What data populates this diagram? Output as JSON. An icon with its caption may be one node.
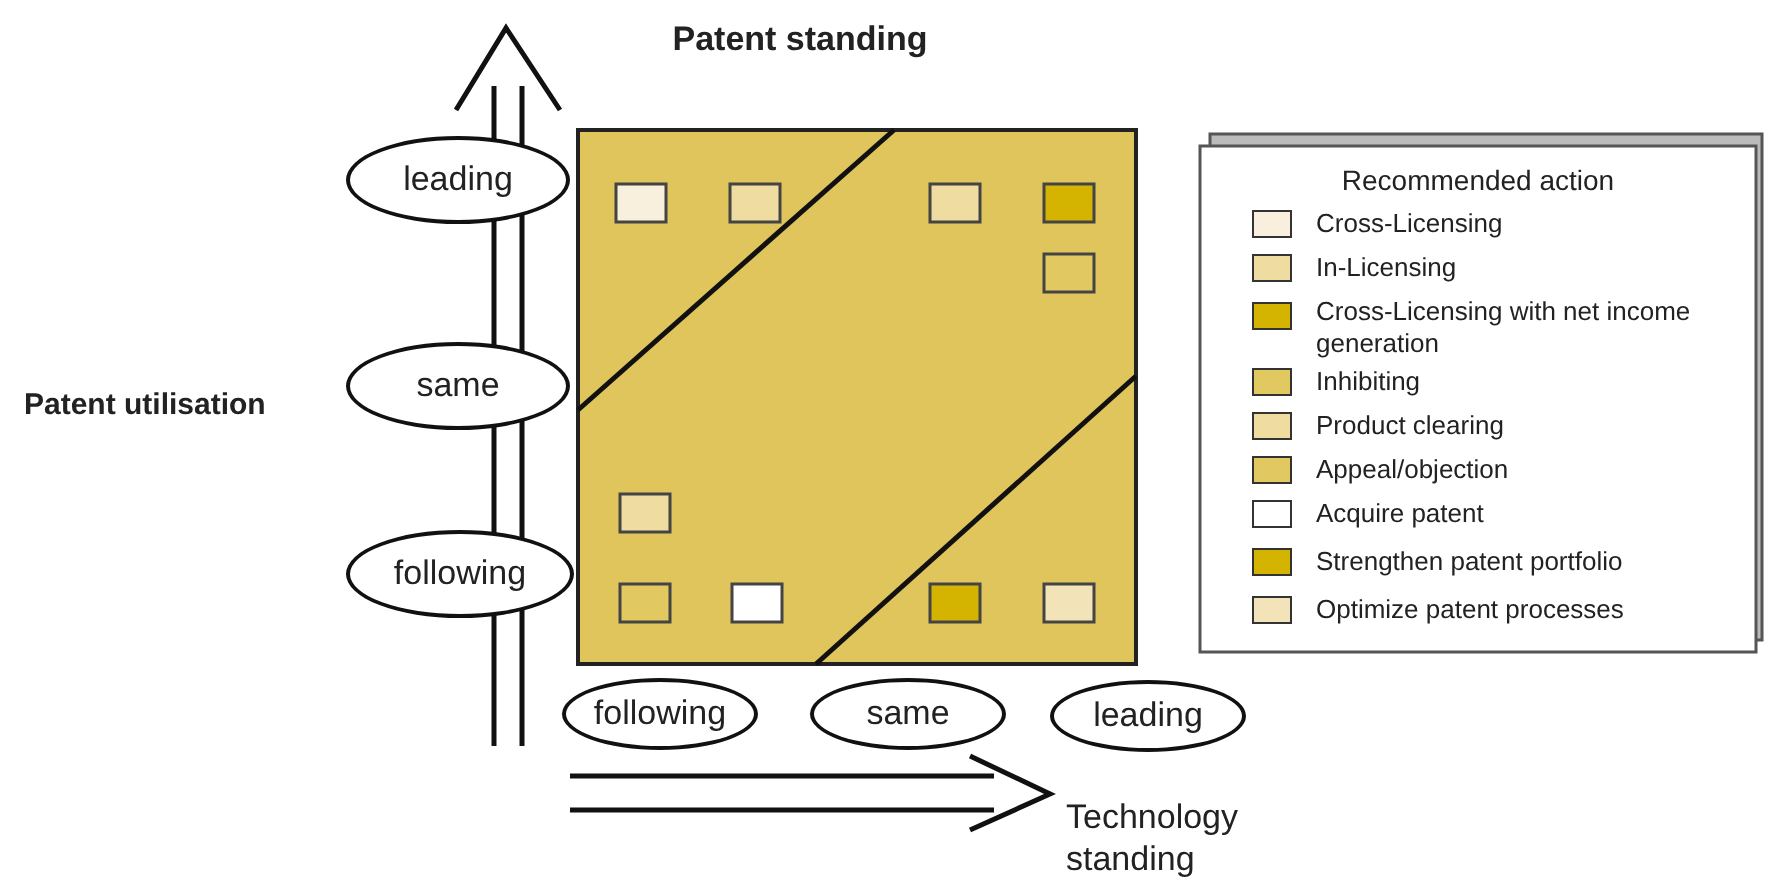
{
  "diagram": {
    "title": "Patent standing",
    "nodes": [
      {
        "text": [
          "leading"
        ]
      },
      {
        "text": [
          "same"
        ]
      },
      {
        "text": [
          "following"
        ]
      },
      {
        "text": [
          "following"
        ]
      },
      {
        "text": [
          "same"
        ]
      },
      {
        "text": [
          "leading"
        ]
      }
    ],
    "edges": [],
    "labels": [
      "Patent utilisation",
      "Technology standing",
      "Recommended action"
    ],
    "legend": [
      {
        "text": "Cross-Licensing",
        "color": "#f8f0dc"
      },
      {
        "text": "In-Licensing",
        "color": "#efdca0"
      },
      {
        "text": "Cross-Licensing with net income generation",
        "color": "#d4b400"
      },
      {
        "text": "Inhibiting",
        "color": "#e2c860"
      },
      {
        "text": "Product clearing",
        "color": "#eedca0"
      },
      {
        "text": "Appeal/objection",
        "color": "#e2c860"
      },
      {
        "text": "Acquire patent",
        "color": "#ffffff"
      },
      {
        "text": "Strengthen patent portfolio",
        "color": "#d4b400"
      },
      {
        "text": "Optimize patent processes",
        "color": "#f2e4b8"
      }
    ]
  }
}
